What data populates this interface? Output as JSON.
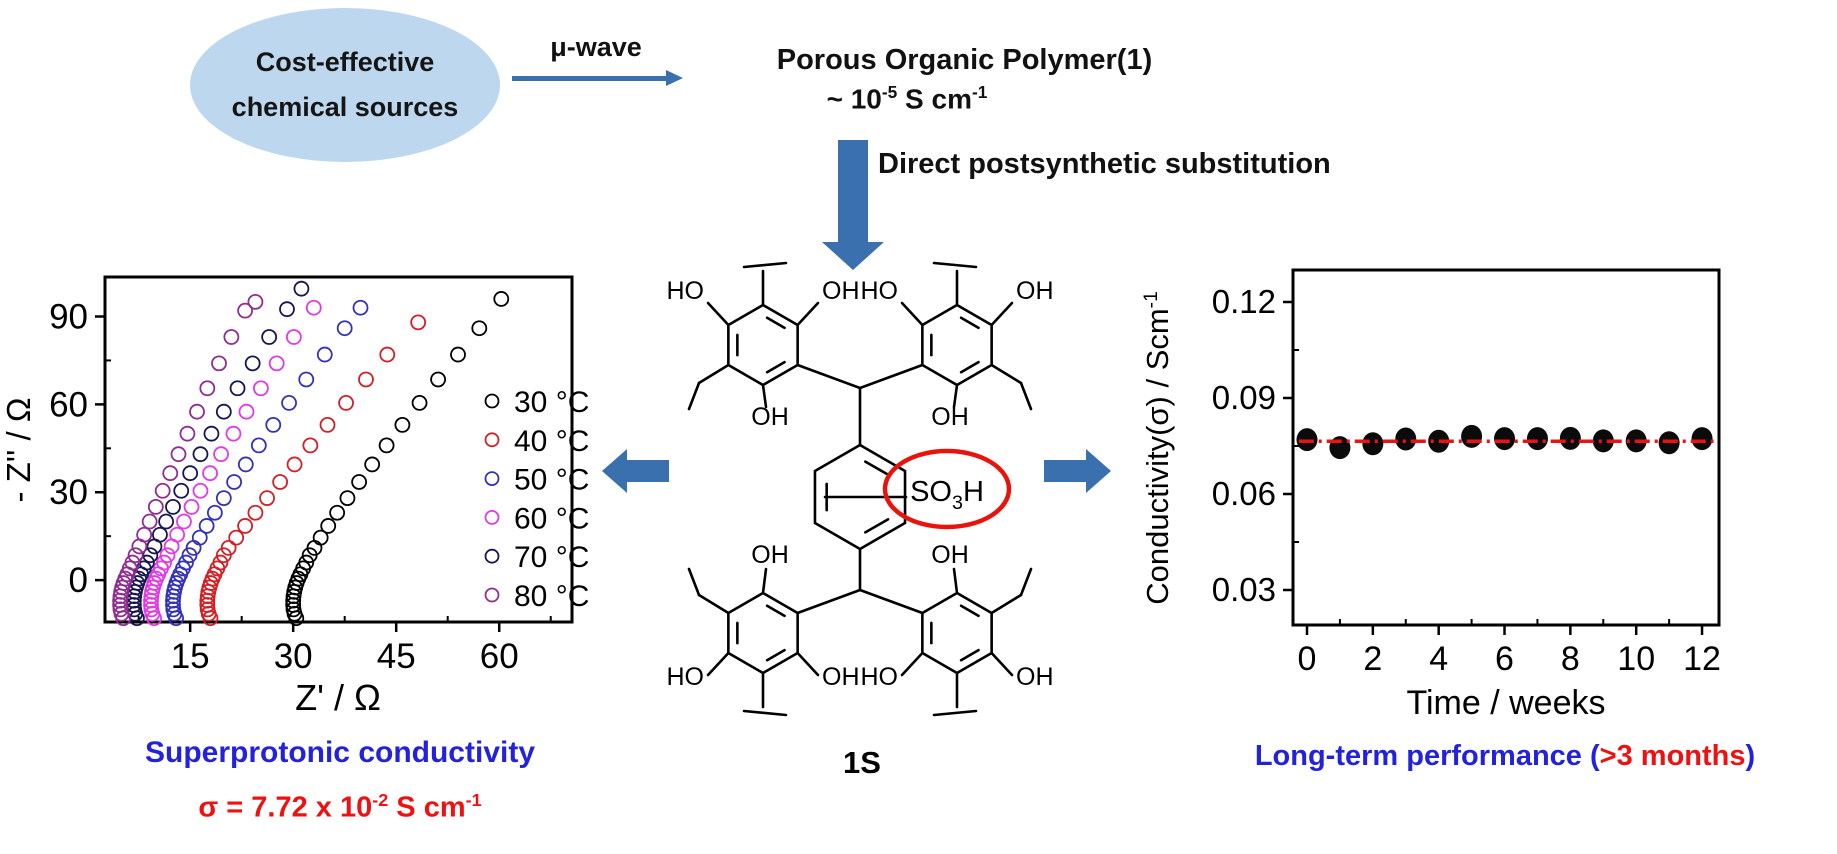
{
  "scheme": {
    "source_line1": "Cost-effective",
    "source_line2": "chemical sources",
    "microwave_label": "μ-wave",
    "pop_title": "Porous Organic Polymer(1)",
    "pop_conductivity": [
      {
        "t": "~ 10"
      },
      {
        "t": "-5",
        "sup": true
      },
      {
        "t": " S cm"
      },
      {
        "t": "-1",
        "sup": true
      }
    ],
    "substitution_label": "Direct postsynthetic substitution",
    "compound_label": "1S",
    "colors": {
      "ellipse_fill": "#bdd7ee",
      "arrow_blue": "#3b70ae",
      "text_blue": "#2222dd",
      "text_red": "#ee1111",
      "structure_highlight": "#e8140c"
    }
  },
  "structure": {
    "hydroxyl_left": "HO",
    "hydroxyl_right": "OH",
    "sulfonic_acid": [
      {
        "t": "SO"
      },
      {
        "t": "3",
        "sub": true
      },
      {
        "t": "H"
      }
    ]
  },
  "captions": {
    "left_title": "Superprotonic conductivity",
    "left_formula": [
      {
        "t": "σ = 7.72 x 10"
      },
      {
        "t": "-2",
        "sup": true
      },
      {
        "t": " S cm"
      },
      {
        "t": "-1",
        "sup": true
      }
    ],
    "right_blue_open": "Long-term performance (",
    "right_red": ">3 months",
    "right_blue_close": ")"
  },
  "chart_data": [
    {
      "type": "scatter",
      "xlabel": "Z' / Ω",
      "ylabel": "- Z'' / Ω",
      "xlim": [
        2.6,
        70.6
      ],
      "ylim": [
        -14.3,
        103.5
      ],
      "x_major_ticks": [
        15,
        30,
        45,
        60
      ],
      "x_minor_ticks": [
        7.5,
        22.5,
        37.5,
        52.5,
        67.5
      ],
      "y_major_ticks": [
        0,
        30,
        60,
        90
      ],
      "y_minor_ticks": [
        15,
        45,
        75
      ],
      "grid": false,
      "legend_position": "inside right",
      "series": [
        {
          "name": "30 °C",
          "color": "#000000",
          "points": [
            [
              30.45,
              -13
            ],
            [
              30.2,
              -11.5
            ],
            [
              30.05,
              -10
            ],
            [
              30,
              -8.5
            ],
            [
              30,
              -7
            ],
            [
              30.05,
              -5.5
            ],
            [
              30.15,
              -4
            ],
            [
              30.3,
              -2.5
            ],
            [
              30.5,
              -1
            ],
            [
              30.75,
              0.5
            ],
            [
              31.05,
              2
            ],
            [
              31.45,
              4
            ],
            [
              31.9,
              6
            ],
            [
              32.4,
              8.5
            ],
            [
              33.1,
              11
            ],
            [
              34,
              14.5
            ],
            [
              35.1,
              18.5
            ],
            [
              36.4,
              23
            ],
            [
              37.9,
              28
            ],
            [
              39.6,
              33.5
            ],
            [
              41.5,
              39.5
            ],
            [
              43.6,
              46
            ],
            [
              45.9,
              53
            ],
            [
              48.4,
              60.5
            ],
            [
              51.1,
              68.5
            ],
            [
              54,
              77
            ],
            [
              57.1,
              86
            ],
            [
              60.3,
              96
            ]
          ]
        },
        {
          "name": "40 °C",
          "color": "#cf2126",
          "points": [
            [
              17.95,
              -13
            ],
            [
              17.7,
              -11.5
            ],
            [
              17.55,
              -10
            ],
            [
              17.5,
              -8.5
            ],
            [
              17.5,
              -7
            ],
            [
              17.55,
              -5.5
            ],
            [
              17.65,
              -4
            ],
            [
              17.8,
              -2.5
            ],
            [
              18,
              -1
            ],
            [
              18.25,
              0.5
            ],
            [
              18.55,
              2
            ],
            [
              18.95,
              4
            ],
            [
              19.4,
              6
            ],
            [
              19.9,
              8.5
            ],
            [
              20.6,
              11
            ],
            [
              21.7,
              14.5
            ],
            [
              23,
              18.5
            ],
            [
              24.5,
              23
            ],
            [
              26.2,
              28
            ],
            [
              28.1,
              33.5
            ],
            [
              30.2,
              39.5
            ],
            [
              32.5,
              46
            ],
            [
              35,
              53
            ],
            [
              37.7,
              60.5
            ],
            [
              40.6,
              68.5
            ],
            [
              43.7,
              77
            ],
            [
              48.2,
              88
            ]
          ]
        },
        {
          "name": "50 °C",
          "color": "#3333b8",
          "points": [
            [
              12.95,
              -13
            ],
            [
              12.7,
              -11.5
            ],
            [
              12.55,
              -10
            ],
            [
              12.5,
              -8.5
            ],
            [
              12.5,
              -7
            ],
            [
              12.55,
              -5.5
            ],
            [
              12.65,
              -4
            ],
            [
              12.8,
              -2.5
            ],
            [
              13,
              -1
            ],
            [
              13.25,
              0.5
            ],
            [
              13.55,
              2
            ],
            [
              13.95,
              4
            ],
            [
              14.4,
              6
            ],
            [
              14.9,
              8.5
            ],
            [
              15.5,
              11
            ],
            [
              16.4,
              14.5
            ],
            [
              17.4,
              18.5
            ],
            [
              18.6,
              23
            ],
            [
              19.9,
              28
            ],
            [
              21.4,
              33.5
            ],
            [
              23.1,
              39.5
            ],
            [
              25,
              46
            ],
            [
              27.1,
              53
            ],
            [
              29.4,
              60.5
            ],
            [
              31.9,
              68.5
            ],
            [
              34.6,
              77
            ],
            [
              37.5,
              86
            ],
            [
              39.8,
              93
            ]
          ]
        },
        {
          "name": "60 °C",
          "color": "#e23ae2",
          "points": [
            [
              9.75,
              -13
            ],
            [
              9.5,
              -11.5
            ],
            [
              9.35,
              -10
            ],
            [
              9.3,
              -8.5
            ],
            [
              9.3,
              -7
            ],
            [
              9.35,
              -5.5
            ],
            [
              9.45,
              -4
            ],
            [
              9.6,
              -2.5
            ],
            [
              9.8,
              -1
            ],
            [
              10.05,
              0.5
            ],
            [
              10.35,
              2
            ],
            [
              10.75,
              4
            ],
            [
              11.2,
              6
            ],
            [
              11.7,
              8.5
            ],
            [
              12.3,
              11.5
            ],
            [
              13.1,
              15.5
            ],
            [
              14.1,
              20
            ],
            [
              15.2,
              25
            ],
            [
              16.5,
              30.5
            ],
            [
              17.9,
              36.5
            ],
            [
              19.5,
              43
            ],
            [
              21.3,
              50
            ],
            [
              23.2,
              57.5
            ],
            [
              25.3,
              65.5
            ],
            [
              27.6,
              74
            ],
            [
              30.1,
              83
            ],
            [
              33,
              93
            ]
          ]
        },
        {
          "name": "70 °C",
          "color": "#17174f",
          "points": [
            [
              7.25,
              -13
            ],
            [
              7,
              -11.5
            ],
            [
              6.85,
              -10
            ],
            [
              6.8,
              -8.5
            ],
            [
              6.8,
              -7
            ],
            [
              6.85,
              -5.5
            ],
            [
              6.95,
              -4
            ],
            [
              7.1,
              -2.5
            ],
            [
              7.3,
              -1
            ],
            [
              7.55,
              0.5
            ],
            [
              7.85,
              2
            ],
            [
              8.25,
              4
            ],
            [
              8.7,
              6
            ],
            [
              9.2,
              8.5
            ],
            [
              9.8,
              11.5
            ],
            [
              10.6,
              15.5
            ],
            [
              11.5,
              20
            ],
            [
              12.5,
              25
            ],
            [
              13.7,
              30.5
            ],
            [
              15,
              36.5
            ],
            [
              16.5,
              43
            ],
            [
              18.1,
              50
            ],
            [
              19.9,
              57.5
            ],
            [
              21.9,
              65.5
            ],
            [
              24.1,
              74
            ],
            [
              26.5,
              83
            ],
            [
              29.1,
              92.5
            ],
            [
              31.2,
              99.5
            ]
          ]
        },
        {
          "name": "80 °C",
          "color": "#8f2e8f",
          "points": [
            [
              5.25,
              -13
            ],
            [
              5,
              -11.5
            ],
            [
              4.85,
              -10
            ],
            [
              4.8,
              -8.5
            ],
            [
              4.8,
              -7
            ],
            [
              4.85,
              -5.5
            ],
            [
              4.95,
              -4
            ],
            [
              5.1,
              -2.5
            ],
            [
              5.3,
              -1
            ],
            [
              5.55,
              0.5
            ],
            [
              5.85,
              2
            ],
            [
              6.2,
              4
            ],
            [
              6.6,
              6
            ],
            [
              7.05,
              8.5
            ],
            [
              7.6,
              11.5
            ],
            [
              8.3,
              15.5
            ],
            [
              9.1,
              20
            ],
            [
              10,
              25
            ],
            [
              11,
              30.5
            ],
            [
              12.1,
              36.5
            ],
            [
              13.3,
              43
            ],
            [
              14.6,
              50
            ],
            [
              16,
              57.5
            ],
            [
              17.5,
              65.5
            ],
            [
              19.2,
              74
            ],
            [
              21,
              83
            ],
            [
              23,
              92
            ],
            [
              24.5,
              95
            ]
          ]
        }
      ]
    },
    {
      "type": "scatter",
      "xlabel": "Time / weeks",
      "ylabel_segments": [
        {
          "t": "Conductivity(σ) / Scm"
        },
        {
          "t": "-1",
          "sup": true
        }
      ],
      "xlim": [
        -0.45,
        12.55
      ],
      "ylim": [
        0.019,
        0.13
      ],
      "x": [
        0,
        1,
        2,
        3,
        4,
        5,
        6,
        7,
        8,
        9,
        10,
        11,
        12
      ],
      "values": [
        0.077,
        0.0745,
        0.0757,
        0.0772,
        0.0765,
        0.078,
        0.0773,
        0.0773,
        0.0774,
        0.0766,
        0.0766,
        0.076,
        0.0773
      ],
      "point_color": "#0b0b0b",
      "fit_line": {
        "y": 0.0765,
        "color": "#ee1111",
        "style": "dash-dot"
      },
      "x_major_ticks": [
        0,
        2,
        4,
        6,
        8,
        10,
        12
      ],
      "x_minor_ticks": [
        1,
        3,
        5,
        7,
        9,
        11
      ],
      "y_major_ticks": [
        0.03,
        0.06,
        0.09,
        0.12
      ],
      "y_minor_ticks": [
        0.045,
        0.075,
        0.105
      ],
      "grid": false,
      "legend_position": "none"
    }
  ]
}
